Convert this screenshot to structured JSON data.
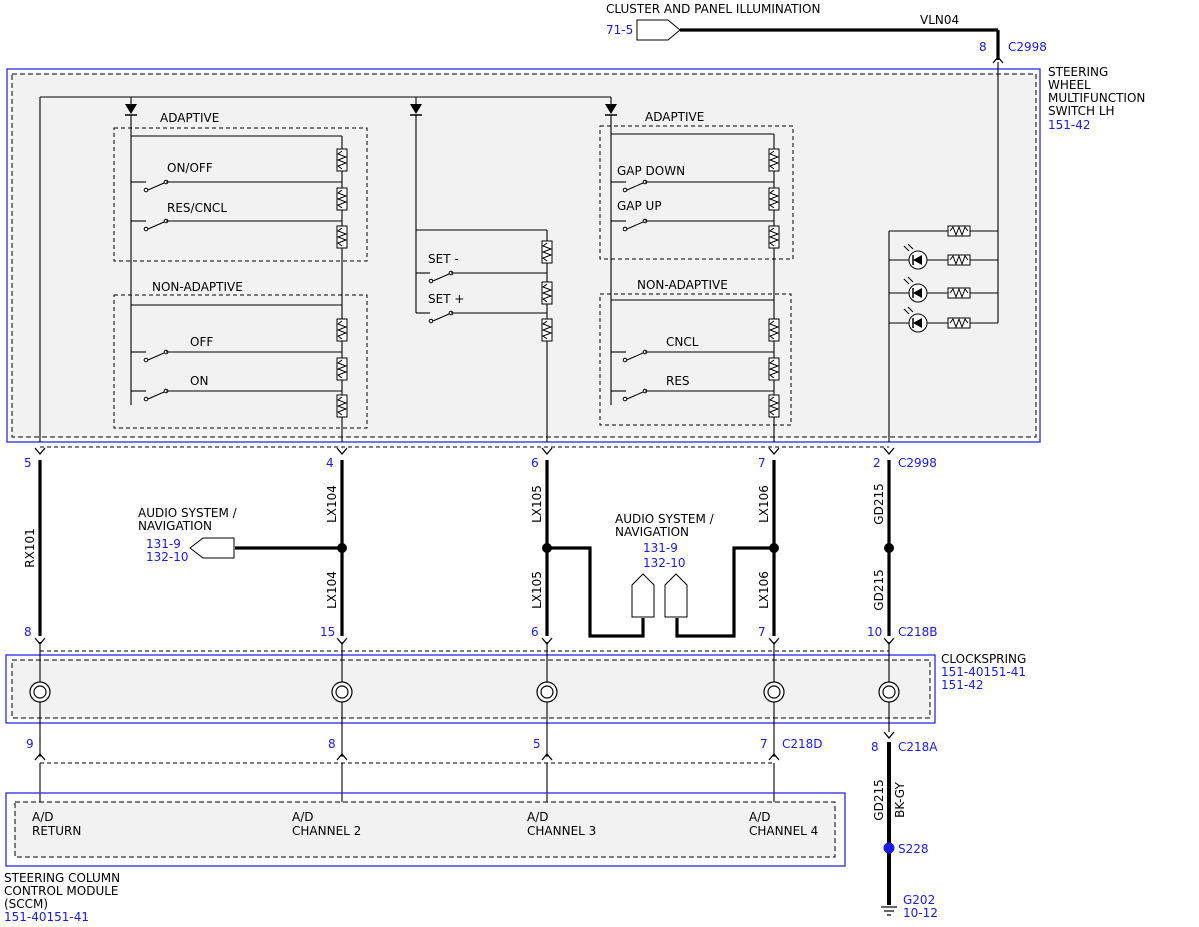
{
  "top_source": {
    "label": "CLUSTER AND PANEL ILLUMINATION",
    "ref": "71-5",
    "circuit": "VLN04",
    "pin": "8",
    "connector": "C2998"
  },
  "modules": {
    "swm": {
      "name_lines": [
        "STEERING",
        "WHEEL",
        "MULTIFUNCTION",
        "SWITCH LH"
      ],
      "ref": "151-42"
    },
    "clockspring": {
      "name": "CLOCKSPRING",
      "refs": [
        "151-40151-41",
        "151-42"
      ]
    },
    "sccm": {
      "name_lines": [
        "STEERING COLUMN",
        "CONTROL MODULE",
        "(SCCM)"
      ],
      "ref": "151-40151-41"
    }
  },
  "groups": {
    "adaptive_left": "ADAPTIVE",
    "non_adaptive_left": "NON-ADAPTIVE",
    "adaptive_right": "ADAPTIVE",
    "non_adaptive_right": "NON-ADAPTIVE"
  },
  "switches": {
    "on_off": "ON/OFF",
    "res_cncl": "RES/CNCL",
    "off": "OFF",
    "on": "ON",
    "set_minus": "SET -",
    "set_plus": "SET +",
    "gap_down": "GAP DOWN",
    "gap_up": "GAP UP",
    "cncl": "CNCL",
    "res": "RES"
  },
  "circuits": {
    "rx101": "RX101",
    "lx104": "LX104",
    "lx105": "LX105",
    "lx106": "LX106",
    "gd215": "GD215",
    "bkgy": "BK-GY"
  },
  "pins": {
    "swm_out": [
      "5",
      "4",
      "6",
      "7",
      "2"
    ],
    "swm_out_connector": "C2998",
    "cs_in": [
      "8",
      "15",
      "6",
      "7",
      "10"
    ],
    "cs_in_connector": "C218B",
    "cs_out": [
      "9",
      "8",
      "5",
      "7"
    ],
    "cs_out_connector": "C218D",
    "ground_pin": "8",
    "ground_connector": "C218A"
  },
  "audio_left": {
    "label_lines": [
      "AUDIO SYSTEM /",
      "NAVIGATION"
    ],
    "refs": [
      "131-9",
      "132-10"
    ]
  },
  "audio_right": {
    "label_lines": [
      "AUDIO SYSTEM /",
      "NAVIGATION"
    ],
    "refs": [
      "131-9",
      "132-10"
    ]
  },
  "sccm_inputs": [
    {
      "line1": "A/D",
      "line2": "RETURN"
    },
    {
      "line1": "A/D",
      "line2": "CHANNEL 2"
    },
    {
      "line1": "A/D",
      "line2": "CHANNEL 3"
    },
    {
      "line1": "A/D",
      "line2": "CHANNEL 4"
    }
  ],
  "splice": "S228",
  "ground": {
    "name": "G202",
    "ref": "10-12"
  }
}
